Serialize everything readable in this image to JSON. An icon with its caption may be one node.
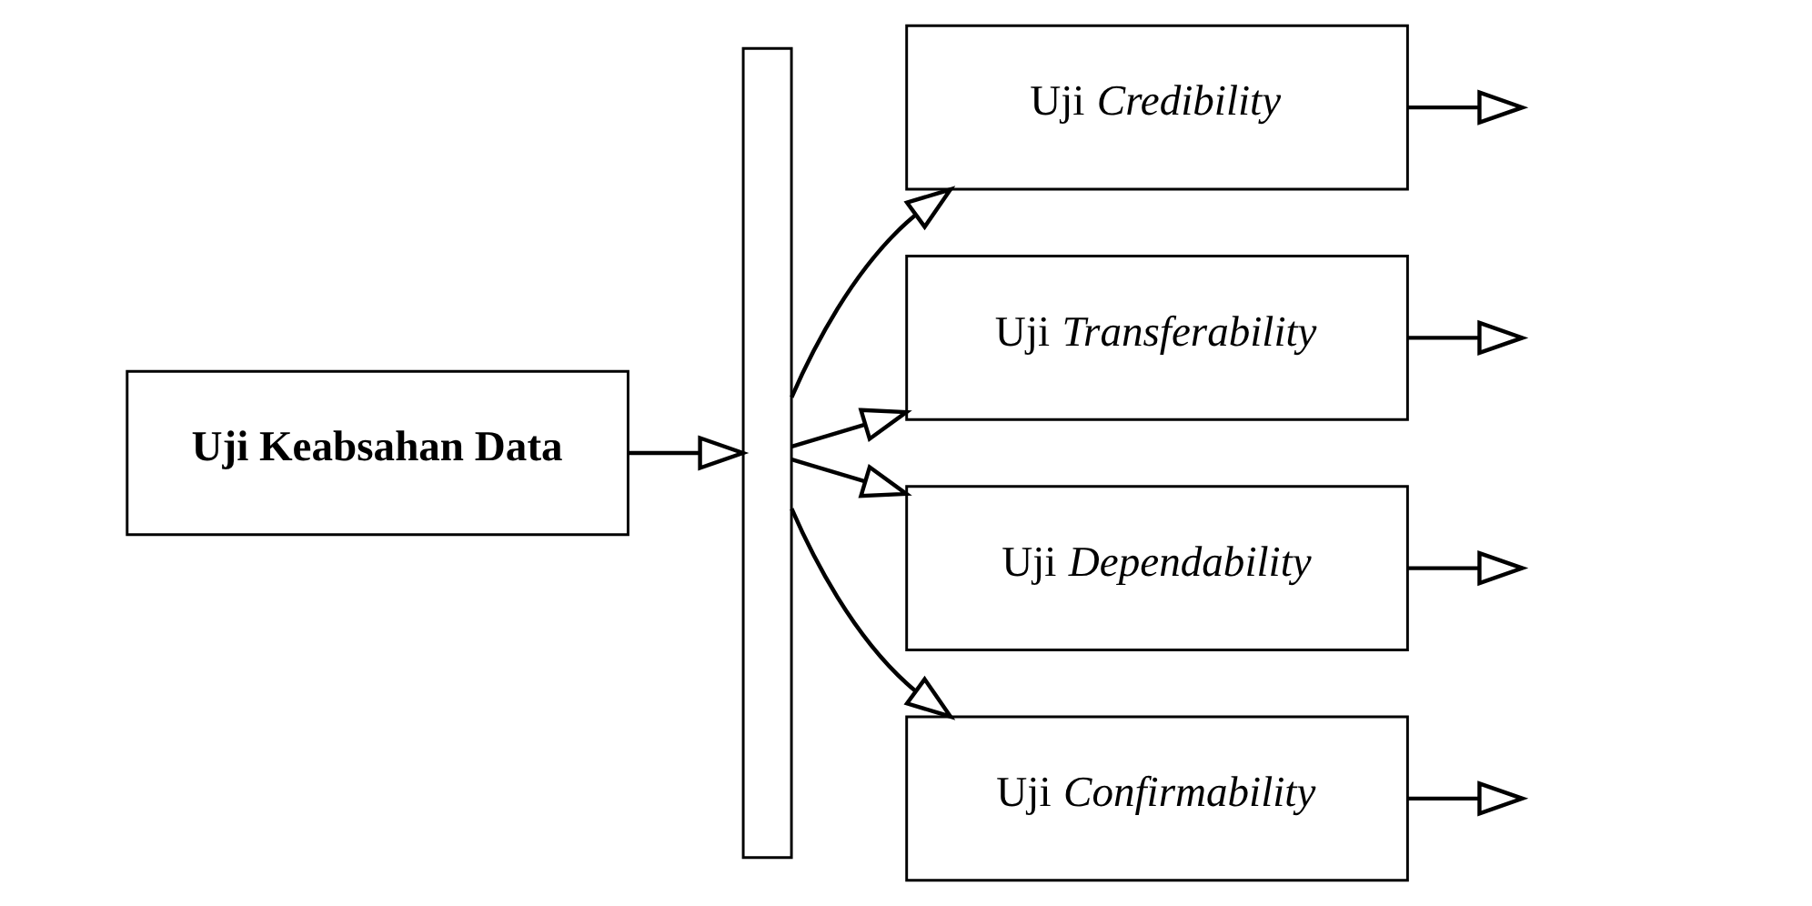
{
  "diagram": {
    "nodes": [
      {
        "text": [
          "Uji Keabsahan Data"
        ]
      },
      {
        "text": [],
        "shape": "bar"
      },
      {
        "text": [
          "Uji *Credibility*"
        ]
      },
      {
        "text": [
          "Uji *Transferability*"
        ]
      },
      {
        "text": [
          "Uji *Dependability*"
        ]
      },
      {
        "text": [
          "Uji *Confirmability*"
        ]
      }
    ],
    "edges": [
      {
        "from": 0,
        "to": 1,
        "arrow": "to"
      },
      {
        "from": 1,
        "to": 2,
        "arrow": "to"
      },
      {
        "from": 1,
        "to": 3,
        "arrow": "to"
      },
      {
        "from": 1,
        "to": 4,
        "arrow": "to"
      },
      {
        "from": 1,
        "to": 5,
        "arrow": "to"
      },
      {
        "from": 2,
        "to": null,
        "arrow": "to"
      },
      {
        "from": 3,
        "to": null,
        "arrow": "to"
      },
      {
        "from": 4,
        "to": null,
        "arrow": "to"
      },
      {
        "from": 5,
        "to": null,
        "arrow": "to"
      }
    ]
  }
}
